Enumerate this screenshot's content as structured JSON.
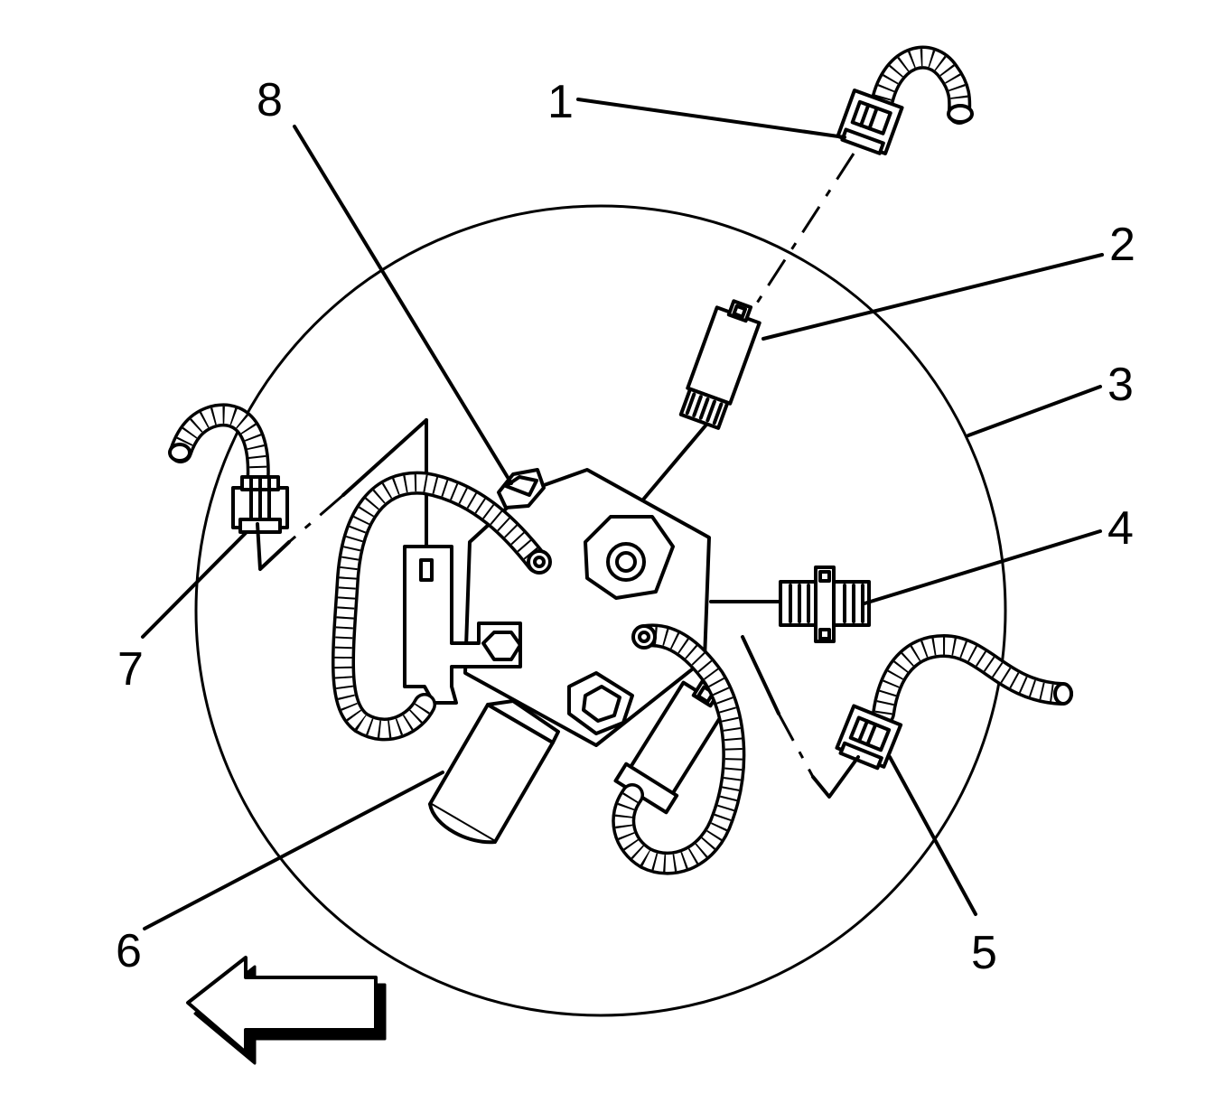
{
  "callouts": [
    {
      "id": "1",
      "text": "1"
    },
    {
      "id": "2",
      "text": "2"
    },
    {
      "id": "3",
      "text": "3"
    },
    {
      "id": "4",
      "text": "4"
    },
    {
      "id": "5",
      "text": "5"
    },
    {
      "id": "6",
      "text": "6"
    },
    {
      "id": "7",
      "text": "7"
    },
    {
      "id": "8",
      "text": "8"
    }
  ],
  "icons": {
    "direction_arrow": "left-arrow-icon"
  },
  "colors": {
    "line": "#000000",
    "background": "#ffffff"
  }
}
